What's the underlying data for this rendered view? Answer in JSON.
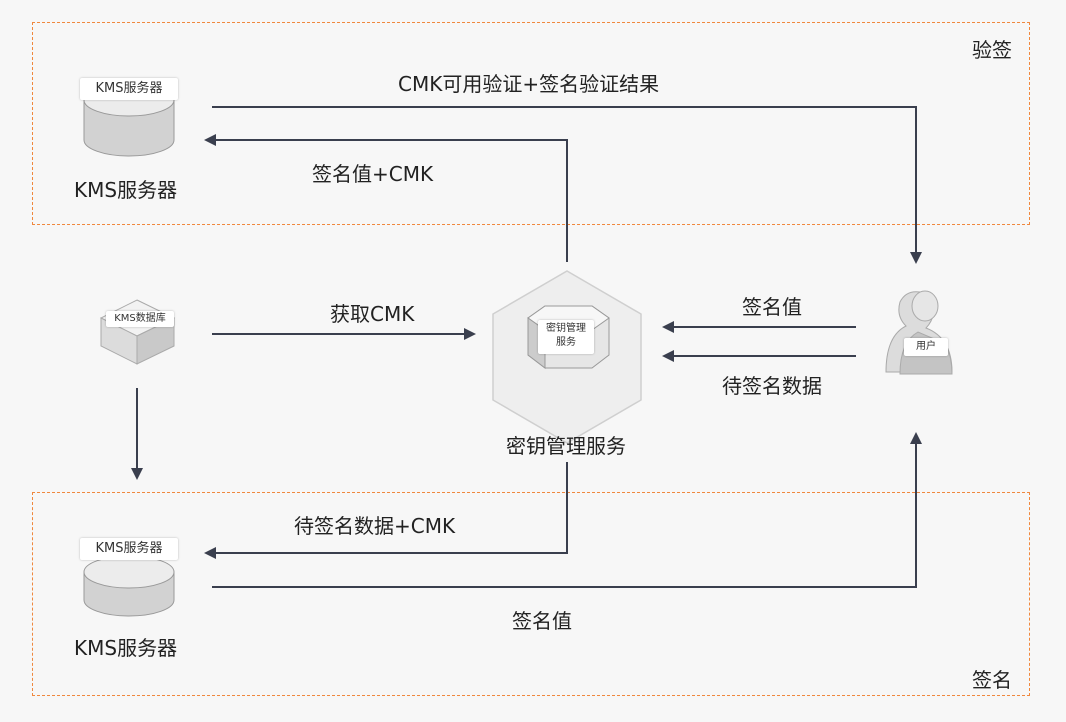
{
  "sections": {
    "verify_title": "验签",
    "sign_title": "签名"
  },
  "nodes": {
    "kms_server_top": {
      "chip": "KMS服务器",
      "title": "KMS服务器"
    },
    "kms_server_bottom": {
      "chip": "KMS服务器",
      "title": "KMS服务器"
    },
    "kms_database": {
      "chip": "KMS数据库"
    },
    "key_service": {
      "chip_line1": "密钥管理",
      "chip_line2": "服务",
      "title": "密钥管理服务"
    },
    "user": {
      "chip": "用户"
    }
  },
  "edges": {
    "cmk_verify_result": "CMK可用验证+签名验证结果",
    "signature_plus_cmk": "签名值+CMK",
    "get_cmk": "获取CMK",
    "signature_value_to_service": "签名值",
    "data_to_sign_to_service": "待签名数据",
    "data_to_sign_plus_cmk": "待签名数据+CMK",
    "signature_value_to_user": "签名值"
  },
  "colors": {
    "dashed_border": "#f0883e",
    "arrow": "#3a3f4e",
    "node_fill": "#e9e9e9",
    "node_side": "#cfcfcf"
  }
}
